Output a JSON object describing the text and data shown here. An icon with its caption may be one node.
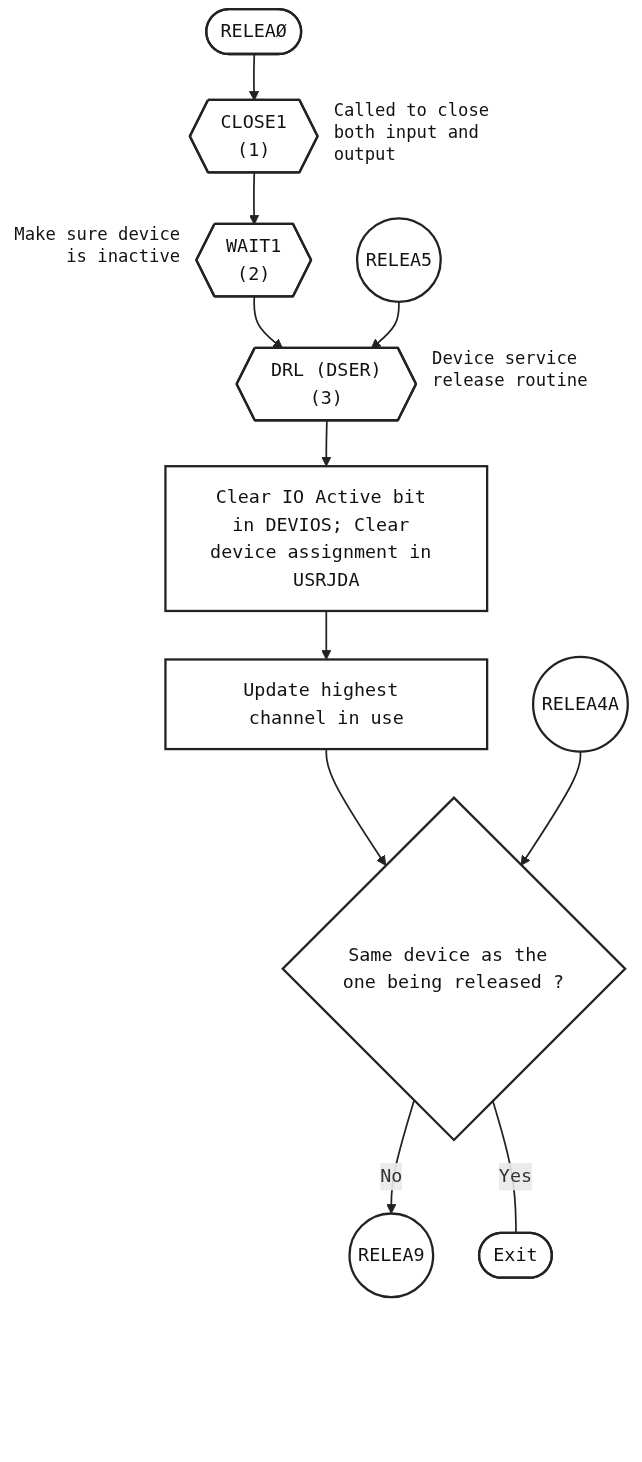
{
  "diagram": {
    "nodes": [
      {
        "text": [
          "RELEAØ"
        ]
      },
      {
        "text": [
          "CLOSE1",
          "(1)"
        ],
        "beside": [
          "Called to close both input and output"
        ]
      },
      {
        "text": [
          "WAIT1",
          "(2)"
        ],
        "beside": [
          "Make sure device is inactive"
        ]
      },
      {
        "text": [
          "RELEA5"
        ]
      },
      {
        "text": [
          "DRL (DSER)",
          "(3)"
        ],
        "beside": [
          "Device service release routine"
        ]
      },
      {
        "text": [
          "Clear IO Active bit in DEVIOS; Clear device assignment in USRJDA"
        ]
      },
      {
        "text": [
          "Update highest channel in use"
        ]
      },
      {
        "text": [
          "RELEA4A"
        ]
      },
      {
        "text": [
          "Same device as the one being released ?"
        ]
      },
      {
        "text": [
          "RELEA9"
        ]
      },
      {
        "text": [
          "Exit"
        ]
      }
    ],
    "edges": [
      {
        "from": 0,
        "to": 1,
        "arrow": "to"
      },
      {
        "from": 1,
        "to": 2,
        "arrow": "to"
      },
      {
        "from": 2,
        "to": 4,
        "arrow": "to"
      },
      {
        "from": 3,
        "to": 4,
        "arrow": "to"
      },
      {
        "from": 4,
        "to": 5,
        "arrow": "to"
      },
      {
        "from": 5,
        "to": 6,
        "arrow": "to"
      },
      {
        "from": 6,
        "to": 8,
        "arrow": "to"
      },
      {
        "from": 7,
        "to": 8,
        "arrow": "to"
      },
      {
        "from": 8,
        "to": 9,
        "label": "No",
        "arrow": "to"
      },
      {
        "from": 8,
        "to": 10,
        "label": "Yes",
        "arrow": "none"
      }
    ]
  }
}
